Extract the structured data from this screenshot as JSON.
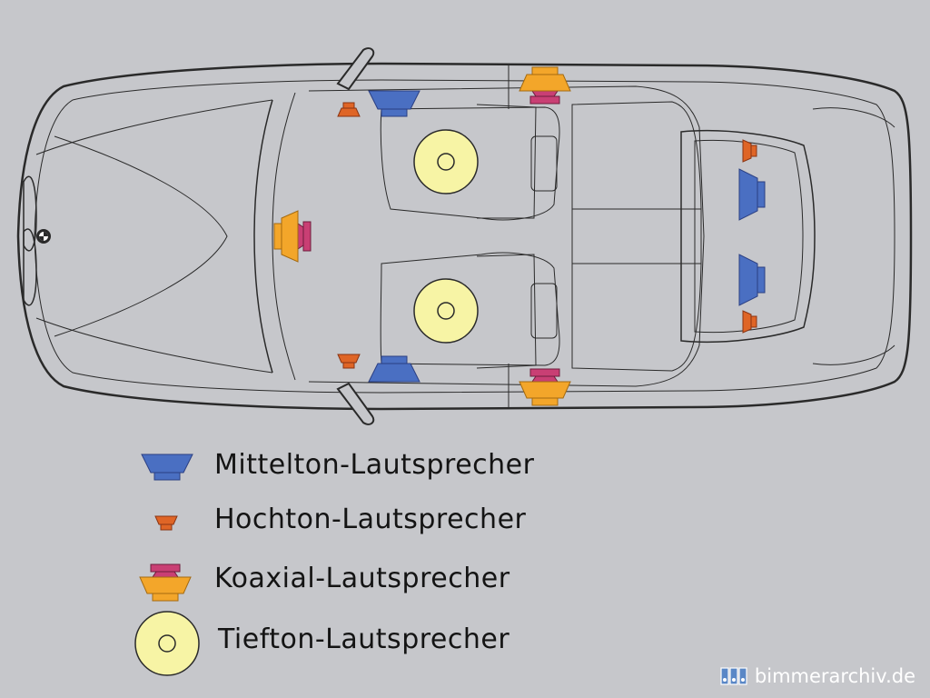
{
  "legend": {
    "midrange": "Mittelton-Lautsprecher",
    "tweeter": "Hochton-Lautsprecher",
    "coaxial": "Koaxial-Lautsprecher",
    "subwoofer": "Tiefton-Lautsprecher"
  },
  "watermark": {
    "text": "bimmerarchiv.de"
  },
  "colors": {
    "background": "#c6c7cb",
    "midrange": "#4a6fc2",
    "tweeter": "#df6526",
    "coaxial_outer": "#f3a62a",
    "coaxial_inner": "#c93f74",
    "subwoofer": "#f7f4a5",
    "car_outline": "#2a2a2a"
  },
  "icons": {
    "car": "car-top-view",
    "midrange": "midrange-speaker-icon",
    "tweeter": "tweeter-speaker-icon",
    "coaxial": "coaxial-speaker-icon",
    "subwoofer": "subwoofer-speaker-icon",
    "logo": "bmw-roundel-icon"
  }
}
